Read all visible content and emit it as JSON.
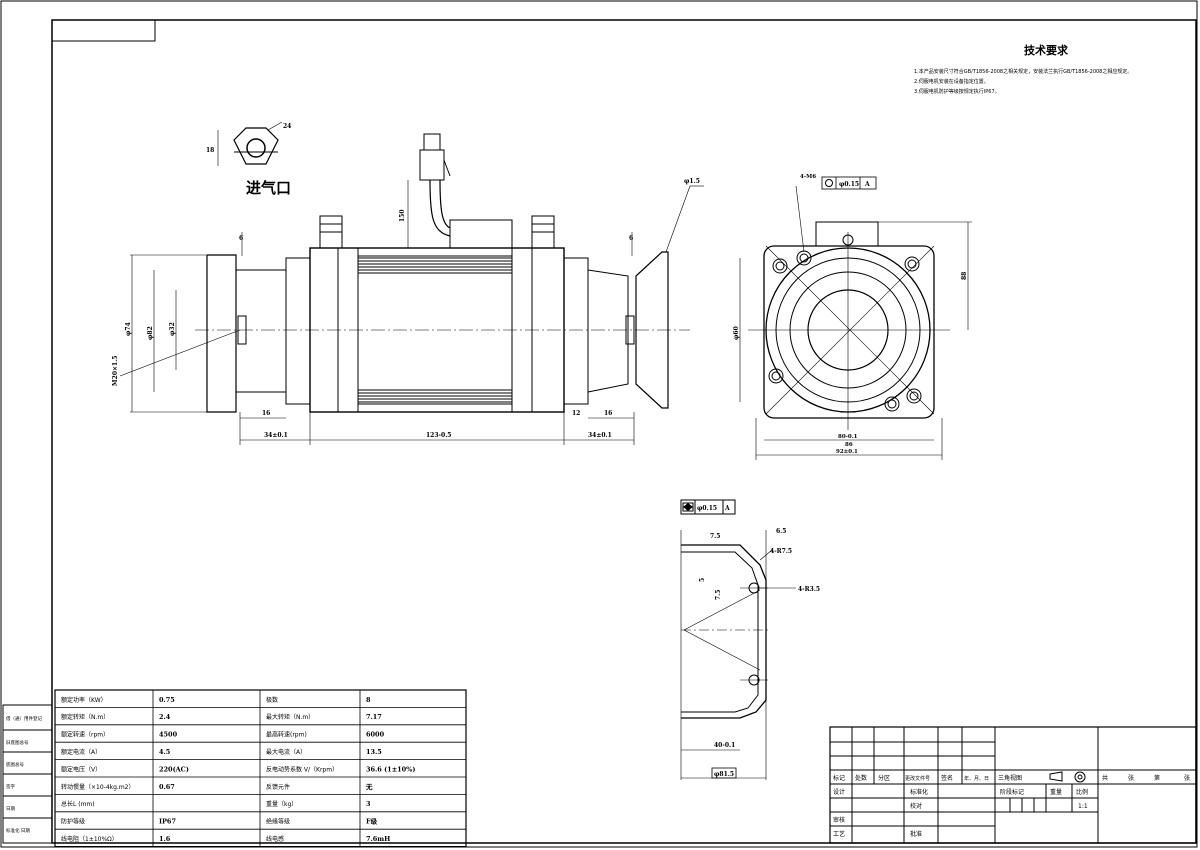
{
  "inlet_label": "进气口",
  "tech_req": {
    "title": "技术要求",
    "lines": [
      "1.本产品安装尺寸符合GB/T1856-2008之相关规定，安装法兰执行GB/T1856-2008之相应规定。",
      "2.伺服电机安装在设备指定位置。",
      "3.伺服电机防护等级按规定执行IP67。"
    ]
  },
  "dims": {
    "phi15": "φ1.5",
    "d6a": "6",
    "d6b": "6",
    "d16a": "16",
    "d16b": "16",
    "d12": "12",
    "l34a": "34±0.1",
    "l34b": "34±0.1",
    "l123": "123-0.5",
    "phi74": "φ74",
    "phi82": "φ82",
    "phi32": "φ32",
    "m20": "M20×1.5",
    "hex18": "18",
    "hex24": "24",
    "h150": "150",
    "bolts": "4-M6",
    "gdt1": "φ0.15",
    "gdt1_ref": "A",
    "h88": "88",
    "d80": "80-0.1",
    "d92": "92±0.1",
    "d86": "86",
    "phi60": "φ60",
    "gdt2": "φ0.15",
    "gdt2_ref": "A",
    "d75": "7.5",
    "d65": "6.5",
    "holes": "4-R7.5",
    "holes2": "4-R3.5",
    "d5": "5",
    "d75b": "7.5",
    "d40": "40-0.1",
    "d92b": "φ81.5"
  },
  "spec_table": {
    "rows": [
      [
        "额定功率（KW）",
        "0.75",
        "极数",
        "8"
      ],
      [
        "额定转矩（N.m）",
        "2.4",
        "最大转矩（N.m）",
        "7.17"
      ],
      [
        "额定转速（rpm）",
        "4500",
        "最高转速(rpm)",
        "6000"
      ],
      [
        "额定电流（A）",
        "4.5",
        "最大电流（A）",
        "13.5"
      ],
      [
        "额定电压（V）",
        "220(AC)",
        "反电动势系数 V/（Krpm）",
        "36.6 (1±10%)"
      ],
      [
        "转动惯量（×10-4kg.m2）",
        "0.67",
        "反馈元件",
        "无"
      ],
      [
        "总长L (mm)",
        "",
        "重量（kg）",
        "3"
      ],
      [
        "防护等级",
        "IP67",
        "绝缘等级",
        "F级"
      ],
      [
        "线电阻（1±10%Ω）",
        "1.6",
        "线电感",
        "7.6mH"
      ]
    ]
  },
  "left_strip": [
    "借（通）用件登记",
    "旧底图总号",
    "底图总号",
    "签字",
    "日期",
    "标准化 日期"
  ],
  "title_block": {
    "header": [
      "标记",
      "处数",
      "分区",
      "更改文件号",
      "签名",
      "年、月、日"
    ],
    "roles": [
      "设计",
      "标准化",
      "审核",
      "工艺",
      "校对",
      "批准"
    ],
    "projection": "三角视图",
    "stage_headers": [
      "阶段标记",
      "重量",
      "比例"
    ],
    "scale": "1:1",
    "sheets": [
      "共",
      "张",
      "第",
      "张"
    ]
  }
}
